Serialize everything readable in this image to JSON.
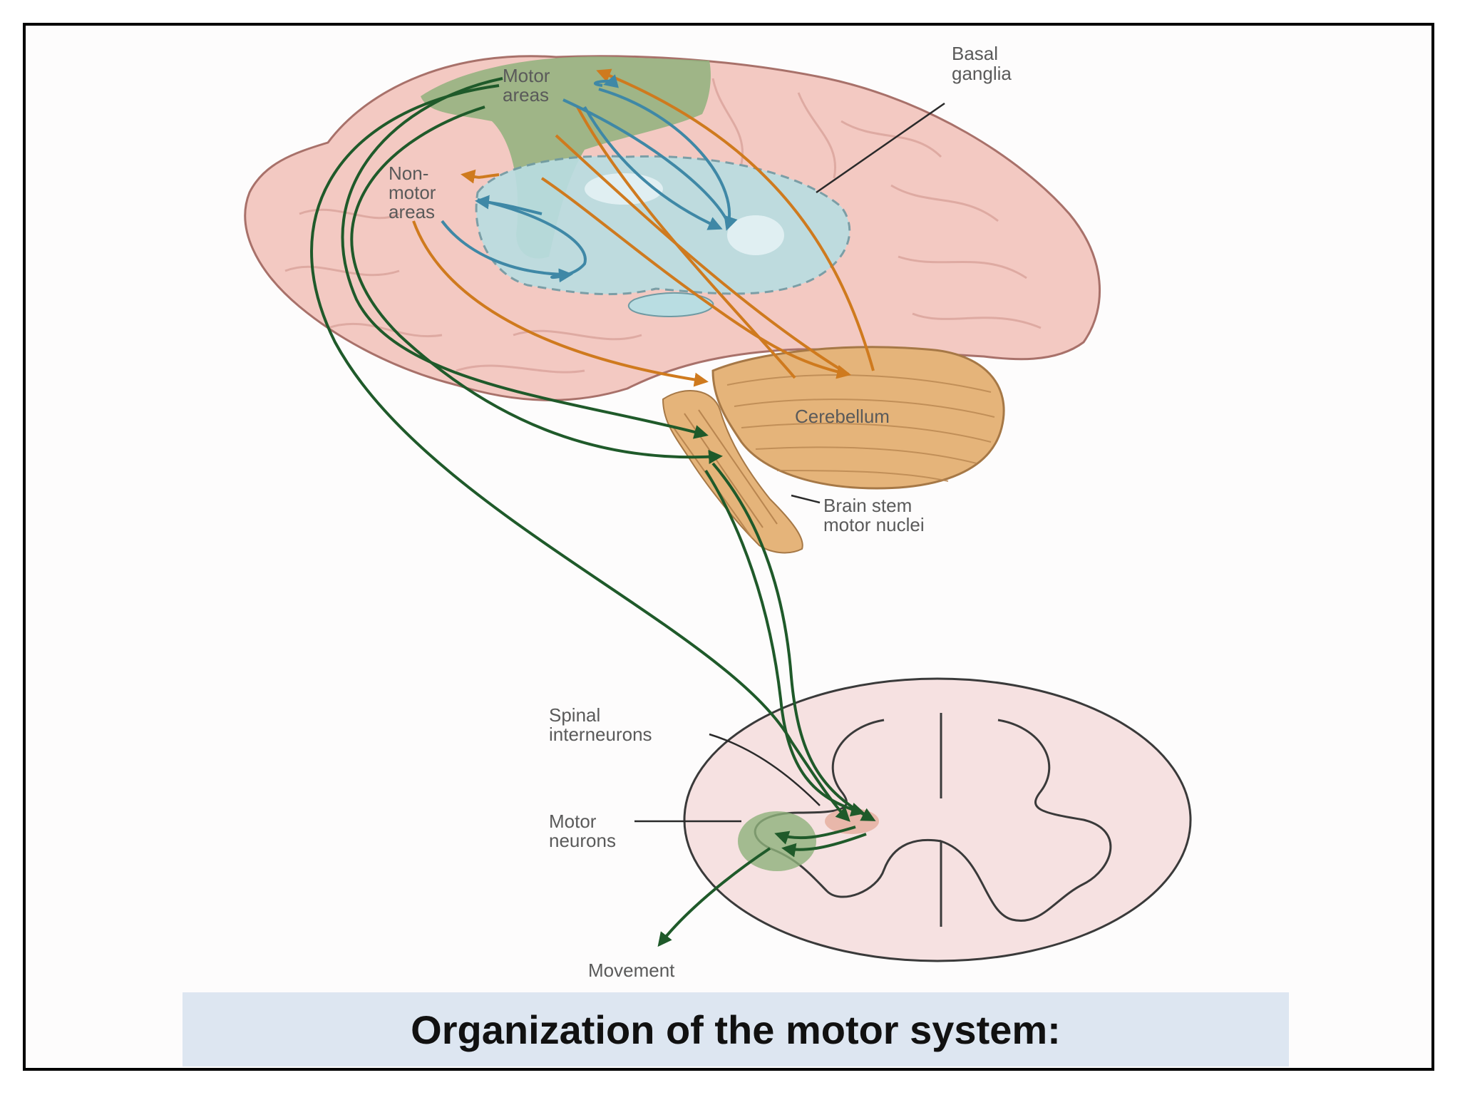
{
  "labels": {
    "motor_areas_1": "Motor",
    "motor_areas_2": "areas",
    "basal_ganglia_1": "Basal",
    "basal_ganglia_2": "ganglia",
    "non_motor_1": "Non-",
    "non_motor_2": "motor",
    "non_motor_3": "areas",
    "cerebellum": "Cerebellum",
    "brain_stem_1": "Brain stem",
    "brain_stem_2": "motor nuclei",
    "spinal_1": "Spinal",
    "spinal_2": "interneurons",
    "motor_neurons_1": "Motor",
    "motor_neurons_2": "neurons",
    "movement": "Movement"
  },
  "caption": "Organization of the motor system:",
  "colors": {
    "brain": "#f3c9c2",
    "brain_outline": "#a8716a",
    "motor_area": "#8fb27c",
    "basal_ganglia": "#b9dde2",
    "cerebellum": "#e5b47a",
    "green_pathway": "#1f5a2a",
    "orange_pathway": "#cf7a1e",
    "blue_pathway": "#3f88a6",
    "spinal_cord": "#f6e1e1",
    "caption_bg": "#dde6f1"
  }
}
